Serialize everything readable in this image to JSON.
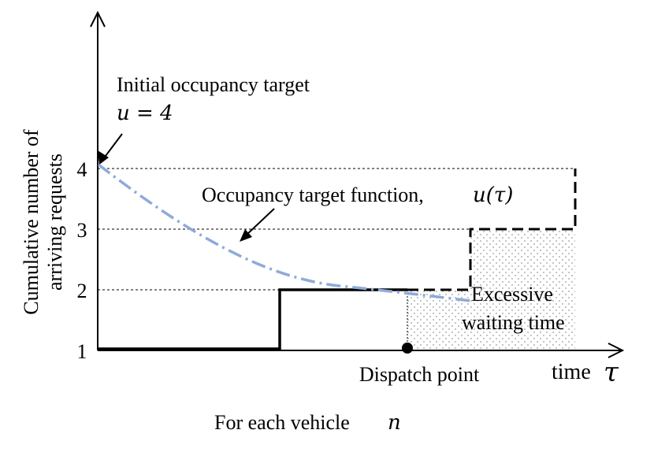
{
  "y_axis": {
    "label_line1": "Cumulative number of",
    "label_line2": "arriving requests",
    "ticks": [
      "1",
      "2",
      "3",
      "4"
    ]
  },
  "x_axis": {
    "label": "time",
    "symbol": "τ"
  },
  "annotations": {
    "initial_target_line1": "Initial occupancy target",
    "initial_target_line2": "u = 4",
    "target_function_text": "Occupancy target function,",
    "target_function_math": "u(τ)",
    "excessive_line1": "Excessive",
    "excessive_line2": "waiting time",
    "dispatch": "Dispatch point"
  },
  "caption": {
    "text": "For each vehicle",
    "symbol": "n"
  },
  "colors": {
    "axis": "#000000",
    "target_curve": "#8eaadb",
    "shading_dots": "#9a9a9a"
  }
}
